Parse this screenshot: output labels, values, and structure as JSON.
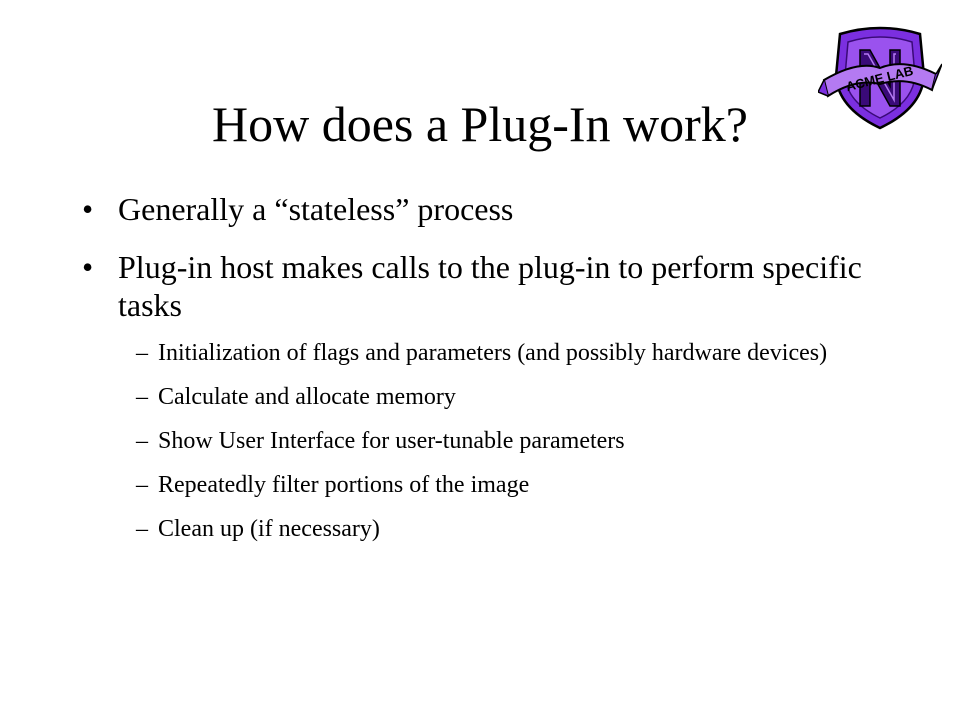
{
  "slide": {
    "title": "How does a Plug-In work?",
    "logo": {
      "icon": "acme-lab-shield-logo",
      "banner_text": "ACME LAB",
      "letter": "N",
      "colors": {
        "purple": "#7b2fe0",
        "dark_purple": "#3a0a78",
        "light_purple": "#b47af2",
        "outline": "#000000"
      }
    },
    "bullet_symbol": "•",
    "sub_bullet_symbol": "–",
    "bullets": [
      {
        "text": "Generally a “stateless” process",
        "sub": []
      },
      {
        "text": "Plug-in host makes calls to the plug-in to perform specific tasks",
        "sub": [
          "Initialization of flags and parameters (and possibly hardware devices)",
          "Calculate and allocate memory",
          "Show User Interface for user-tunable parameters",
          "Repeatedly filter portions of the image",
          "Clean up (if necessary)"
        ]
      }
    ]
  }
}
